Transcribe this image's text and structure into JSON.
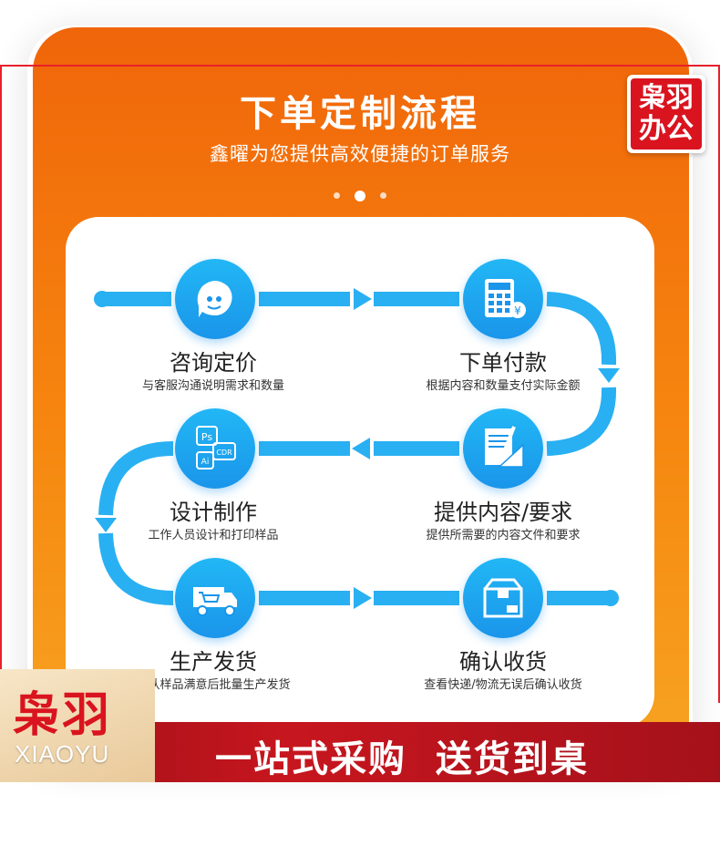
{
  "header": {
    "title": "下单定制流程",
    "subtitle": "鑫曜为您提供高效便捷的订单服务"
  },
  "badge": {
    "line1": "枭羽",
    "line2": "办公"
  },
  "steps": [
    {
      "title": "咨询定价",
      "desc": "与客服沟通说明需求和数量",
      "icon": "chat-bubble-icon"
    },
    {
      "title": "下单付款",
      "desc": "根据内容和数量支付实际金额",
      "icon": "calculator-icon"
    },
    {
      "title": "提供内容/要求",
      "desc": "提供所需要的内容文件和要求",
      "icon": "document-ruler-icon"
    },
    {
      "title": "设计制作",
      "desc": "工作人员设计和打印样品",
      "icon": "design-software-icon"
    },
    {
      "title": "生产发货",
      "desc": "确认样品满意后批量生产发货",
      "icon": "delivery-truck-icon"
    },
    {
      "title": "确认收货",
      "desc": "查看快递/物流无误后确认收货",
      "icon": "package-box-icon"
    }
  ],
  "software_labels": {
    "ps": "Ps",
    "cdr": "CDR",
    "ai": "Ai"
  },
  "currency_symbol": "¥",
  "footer": {
    "brand_cn": "枭羽",
    "brand_en": "XIAOYU",
    "slogan": "一站式采购  送货到桌"
  },
  "colors": {
    "orange": "#f0650a",
    "blue": "#1fa8f2",
    "red": "#c7161f"
  }
}
